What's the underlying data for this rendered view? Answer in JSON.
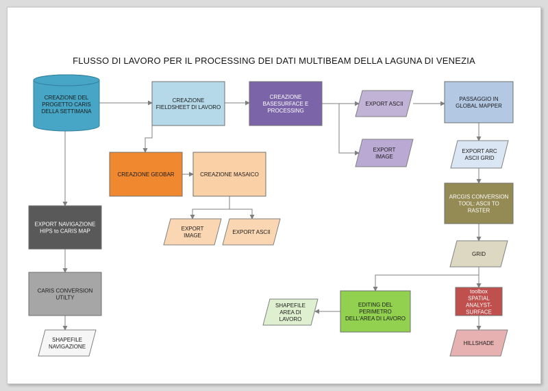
{
  "title": "FLUSSO DI LAVORO PER IL PROCESSING DEI DATI MULTIBEAM DELLA LAGUNA DI VENEZIA",
  "nodes": [
    {
      "id": "caris-project",
      "shape": "cylinder",
      "lines": [
        "CREAZIONE DEL",
        "PROGETTO CARIS",
        "DELLA SETTIMANA"
      ],
      "color": "#47a5c6",
      "text": "#1a1a1a"
    },
    {
      "id": "fieldsheet",
      "shape": "rect",
      "lines": [
        "CREAZIONE",
        "FIELDSHEET DI LAVORO"
      ],
      "color": "#b6d9ea",
      "text": "#1a1a1a"
    },
    {
      "id": "basesurface",
      "shape": "rect",
      "lines": [
        "CREAZIONE",
        "BASESURFACE E",
        "PROCESSING"
      ],
      "color": "#7b65a8",
      "text": "#ffffff"
    },
    {
      "id": "export-ascii-1",
      "shape": "para",
      "lines": [
        "EXPORT ASCII"
      ],
      "color": "#c0b3d6",
      "text": "#1a1a1a"
    },
    {
      "id": "export-image-1",
      "shape": "para",
      "lines": [
        "EXPORT",
        "IMAGE"
      ],
      "color": "#b9a9d3",
      "text": "#1a1a1a"
    },
    {
      "id": "global-mapper",
      "shape": "rect",
      "lines": [
        "PASSAGGIO IN",
        "GLOBAL MAPPER"
      ],
      "color": "#b3c8e3",
      "text": "#1a1a1a"
    },
    {
      "id": "export-arc-ascii",
      "shape": "para",
      "lines": [
        "EXPORT ARC",
        "ASCII GRID"
      ],
      "color": "#dae6f3",
      "text": "#1a1a1a"
    },
    {
      "id": "arcgis-conversion",
      "shape": "rect",
      "lines": [
        "ARCGIS CONVERSION",
        "TOOL: ASCII TO",
        "RASTER"
      ],
      "color": "#948a54",
      "text": "#ffffff"
    },
    {
      "id": "grid",
      "shape": "para",
      "lines": [
        "GRID"
      ],
      "color": "#dcd8c1",
      "text": "#1a1a1a"
    },
    {
      "id": "toolbox-spatial",
      "shape": "rect",
      "lines": [
        "toolbox",
        "SPATIAL",
        "ANALYST-",
        "SURFACE"
      ],
      "color": "#c0504d",
      "text": "#ffffff"
    },
    {
      "id": "hillshade",
      "shape": "para",
      "lines": [
        "HILLSHADE"
      ],
      "color": "#e6b1b0",
      "text": "#1a1a1a"
    },
    {
      "id": "editing-perimetro",
      "shape": "rect",
      "lines": [
        "EDITING DEL",
        "PERIMETRO",
        "DELL'AREA DI LAVORO"
      ],
      "color": "#92d050",
      "text": "#1a1a1a"
    },
    {
      "id": "shapefile-area",
      "shape": "para",
      "lines": [
        "SHAPEFILE",
        "AREA DI",
        "LAVORO"
      ],
      "color": "#dff0d1",
      "text": "#1a1a1a"
    },
    {
      "id": "geobar",
      "shape": "rect",
      "lines": [
        "CREAZIONE GEOBAR"
      ],
      "color": "#f0882f",
      "text": "#1a1a1a"
    },
    {
      "id": "mosaico",
      "shape": "rect",
      "lines": [
        "CREAZIONE  MASAICO"
      ],
      "color": "#fad0a7",
      "text": "#1a1a1a"
    },
    {
      "id": "export-image-2",
      "shape": "para",
      "lines": [
        "EXPORT",
        "IMAGE"
      ],
      "color": "#fbd6b2",
      "text": "#1a1a1a"
    },
    {
      "id": "export-ascii-2",
      "shape": "para",
      "lines": [
        "EXPORT ASCII"
      ],
      "color": "#fbd6b2",
      "text": "#1a1a1a"
    },
    {
      "id": "export-nav",
      "shape": "rect",
      "lines": [
        "EXPORT NAVIGAZIONE",
        "HIPS to CARIS MAP"
      ],
      "color": "#595959",
      "text": "#ffffff"
    },
    {
      "id": "caris-conversion",
      "shape": "rect",
      "lines": [
        "CARIS CONVERSION",
        "UTILTY"
      ],
      "color": "#a6a6a6",
      "text": "#1a1a1a"
    },
    {
      "id": "shapefile-nav",
      "shape": "para",
      "lines": [
        "SHAPEFILE",
        "NAVIGAZIONE"
      ],
      "color": "#f6f6f6",
      "text": "#1a1a1a"
    }
  ],
  "edges": [
    [
      "caris-project",
      "fieldsheet"
    ],
    [
      "fieldsheet",
      "basesurface"
    ],
    [
      "basesurface",
      "export-ascii-1"
    ],
    [
      "basesurface",
      "export-image-1"
    ],
    [
      "export-ascii-1",
      "global-mapper"
    ],
    [
      "global-mapper",
      "export-arc-ascii"
    ],
    [
      "export-arc-ascii",
      "arcgis-conversion"
    ],
    [
      "arcgis-conversion",
      "grid"
    ],
    [
      "grid",
      "toolbox-spatial"
    ],
    [
      "grid",
      "editing-perimetro"
    ],
    [
      "toolbox-spatial",
      "hillshade"
    ],
    [
      "editing-perimetro",
      "shapefile-area"
    ],
    [
      "fieldsheet",
      "geobar"
    ],
    [
      "geobar",
      "mosaico"
    ],
    [
      "mosaico",
      "export-image-2"
    ],
    [
      "mosaico",
      "export-ascii-2"
    ],
    [
      "caris-project",
      "export-nav"
    ],
    [
      "export-nav",
      "caris-conversion"
    ],
    [
      "caris-conversion",
      "shapefile-nav"
    ]
  ]
}
